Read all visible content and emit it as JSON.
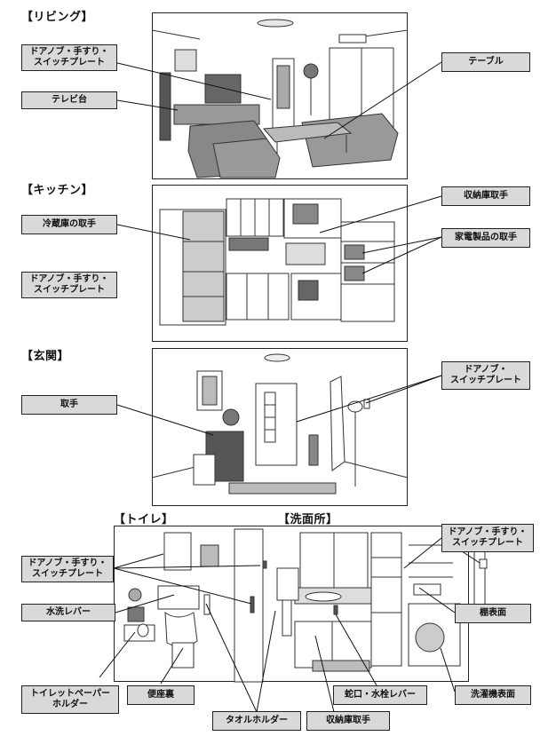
{
  "sections": {
    "living": "【リビング】",
    "kitchen": "【キッチン】",
    "entrance": "【玄関】",
    "toilet": "【トイレ】",
    "washroom": "【洗面所】"
  },
  "labels": {
    "living_door": "ドアノブ・手すり・\nスイッチプレート",
    "living_tv": "テレビ台",
    "living_table": "テーブル",
    "kitchen_fridge": "冷蔵庫の取手",
    "kitchen_door": "ドアノブ・手すり・\nスイッチプレート",
    "kitchen_storage": "収納庫取手",
    "kitchen_appliance": "家電製品の取手",
    "entrance_handle": "取手",
    "entrance_door": "ドアノブ・\nスイッチプレート",
    "toilet_door": "ドアノブ・手すり・\nスイッチプレート",
    "toilet_lever": "水洗レバー",
    "toilet_paper": "トイレットペーパー\nホルダー",
    "toilet_seat": "便座裏",
    "towel_holder": "タオルホルダー",
    "wash_storage": "収納庫取手",
    "wash_faucet": "蛇口・水栓レバー",
    "wash_door": "ドアノブ・手すり・\nスイッチプレート",
    "wash_shelf": "棚表面",
    "wash_machine": "洗濯機表面"
  }
}
